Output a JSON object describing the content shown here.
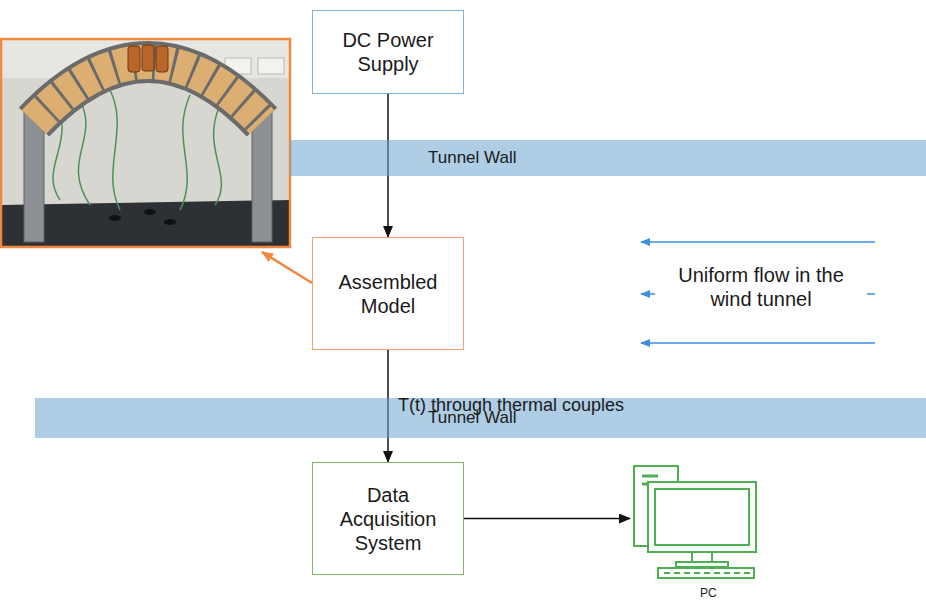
{
  "diagram": {
    "nodes": [
      {
        "text": [
          "DC Power Supply"
        ]
      },
      {
        "text": [
          "Tunnel Wall"
        ]
      },
      {
        "text": [
          "Assembled Model"
        ]
      },
      {
        "text": [
          "Tunnel Wall"
        ]
      },
      {
        "text": [
          "Data Acquisition System"
        ]
      },
      {
        "text": [
          "PC"
        ]
      }
    ],
    "edges": [
      {
        "from": 0,
        "to": 2,
        "arrow": "to"
      },
      {
        "from": 2,
        "to": 4,
        "label": "T(t) through thermal couples",
        "arrow": "to"
      },
      {
        "from": 4,
        "to": 5,
        "arrow": "to"
      }
    ],
    "labels": [
      "Uniform flow in the wind tunnel"
    ]
  }
}
